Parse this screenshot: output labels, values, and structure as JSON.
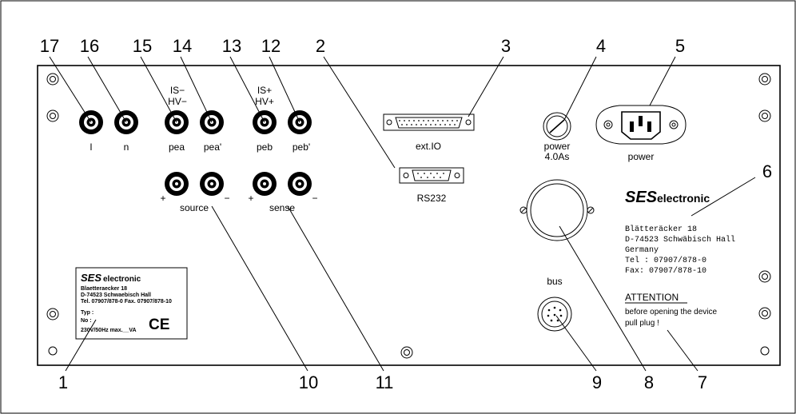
{
  "callouts": [
    "1",
    "2",
    "3",
    "4",
    "5",
    "6",
    "7",
    "8",
    "9",
    "10",
    "11",
    "12",
    "13",
    "14",
    "15",
    "16",
    "17"
  ],
  "labels": {
    "jack_l": "l",
    "jack_n": "n",
    "jack_pea": "pea",
    "jack_pea2": "pea'",
    "jack_peb": "peb",
    "jack_peb2": "peb'",
    "is_minus": "IS−",
    "hv_minus": "HV−",
    "is_plus": "IS+",
    "hv_plus": "HV+",
    "source": "source",
    "sense": "sense",
    "plus": "+",
    "minus": "−",
    "ext_io": "ext.IO",
    "rs232": "RS232",
    "fuse_power": "power",
    "fuse_rating": "4.0As",
    "mains_power": "power",
    "bus": "bus"
  },
  "company": {
    "logo_text": "electronic",
    "address_lines": [
      "Blätteräcker 18",
      "D-74523 Schwäbisch Hall",
      "Germany",
      "Tel : 07907/878-0",
      "Fax: 07907/878-10"
    ]
  },
  "warning": {
    "title": "ATTENTION",
    "line1": "before opening the device",
    "line2": "pull plug !"
  },
  "nameplate": {
    "logo_text": "electronic",
    "line1": "Blaetteraecker 18",
    "line2": "D-74523 Schwaebisch Hall",
    "line3": "Tel. 07907/878-0   Fax. 07907/878-10",
    "typ": "Typ :",
    "no": "No :",
    "rating": "230V/50Hz max.__VA",
    "ce": "CE"
  }
}
